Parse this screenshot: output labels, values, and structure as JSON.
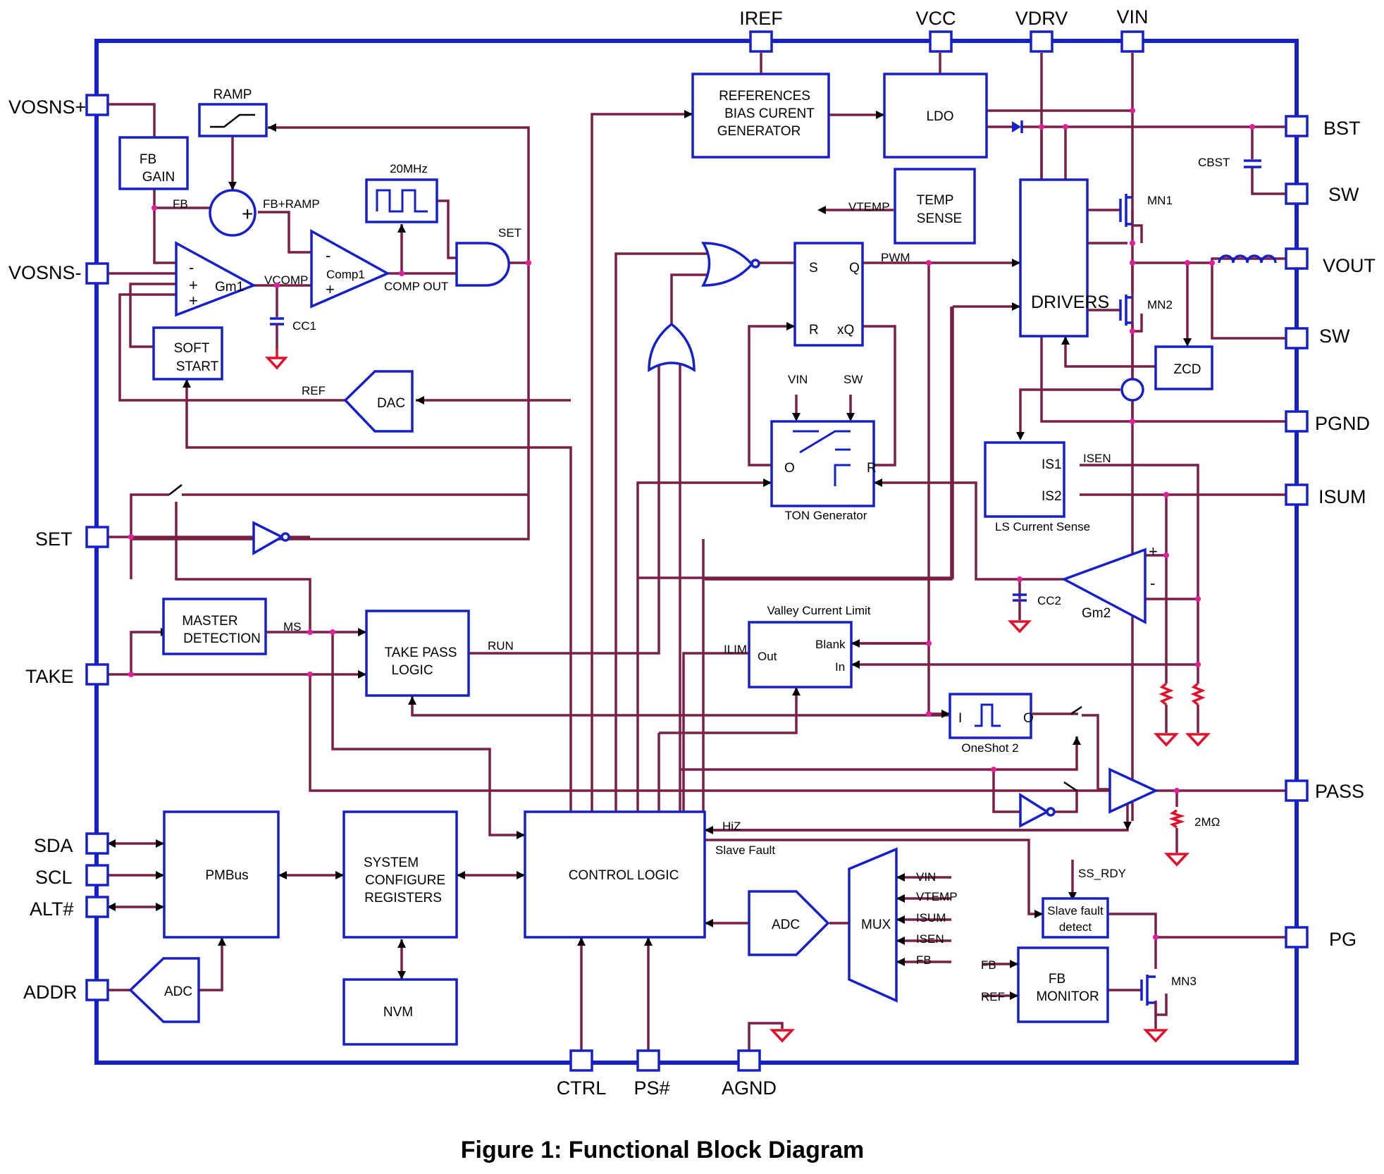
{
  "caption": "Figure 1: Functional Block Diagram",
  "pins": {
    "iref": "IREF",
    "vcc": "VCC",
    "vdrv": "VDRV",
    "vin": "VIN",
    "vosns_p": "VOSNS+",
    "vosns_n": "VOSNS-",
    "set": "SET",
    "take": "TAKE",
    "sda": "SDA",
    "scl": "SCL",
    "alt": "ALT#",
    "addr": "ADDR",
    "bst": "BST",
    "sw1": "SW",
    "vout": "VOUT",
    "sw2": "SW",
    "pgnd": "PGND",
    "isum": "ISUM",
    "pass": "PASS",
    "pg": "PG",
    "ctrl": "CTRL",
    "ps": "PS#",
    "agnd": "AGND"
  },
  "blocks": {
    "ramp": "RAMP",
    "fb_gain": [
      "FB",
      "GAIN"
    ],
    "osc": "20MHz",
    "refs": [
      "REFERENCES",
      "BIAS CURENT",
      "GENERATOR"
    ],
    "ldo": "LDO",
    "temp": [
      "TEMP",
      "SENSE"
    ],
    "drivers": "DRIVERS",
    "zcd": "ZCD",
    "soft_start": [
      "SOFT",
      "START"
    ],
    "dac": "DAC",
    "ton": "TON Generator",
    "ls_sense": "LS Current Sense",
    "master": [
      "MASTER",
      "DETECTION"
    ],
    "take_pass": [
      "TAKE PASS",
      "LOGIC"
    ],
    "valley": "Valley Current Limit",
    "oneshot": "OneShot 2",
    "pmbus": "PMBus",
    "syscfg": [
      "SYSTEM",
      "CONFIGURE",
      "REGISTERS"
    ],
    "control": "CONTROL LOGIC",
    "nvm": "NVM",
    "adc_main": "ADC",
    "mux": "MUX",
    "adc_addr": "ADC",
    "slave_fault": [
      "Slave fault",
      "detect"
    ],
    "fb_monitor": [
      "FB",
      "MONITOR"
    ]
  },
  "labels": {
    "fb": "FB",
    "fb_ramp": "FB+RAMP",
    "gm1": "Gm1",
    "vcomp": "VCOMP",
    "comp1": "Comp1",
    "comp_out": "COMP OUT",
    "set_sig": "SET",
    "cc1": "CC1",
    "ref": "REF",
    "vtemp": "VTEMP",
    "pwm": "PWM",
    "s": "S",
    "q": "Q",
    "r": "R",
    "xq": "xQ",
    "vin_ton": "VIN",
    "sw_ton": "SW",
    "o": "O",
    "r_ton": "R",
    "mn1": "MN1",
    "mn2": "MN2",
    "mn3": "MN3",
    "cbst": "CBST",
    "is1": "IS1",
    "is2": "IS2",
    "isen": "ISEN",
    "cc2": "CC2",
    "gm2": "Gm2",
    "plus": "+",
    "minus": "-",
    "ms": "MS",
    "run": "RUN",
    "ilim": "ILIM",
    "out": "Out",
    "blank": "Blank",
    "in": "In",
    "i": "I",
    "o_os": "O",
    "hiz": "HiZ",
    "slave_fault_sig": "Slave Fault",
    "ss_rdy": "SS_RDY",
    "res": "2MΩ",
    "mux_vin": "VIN",
    "mux_vtemp": "VTEMP",
    "mux_isum": "ISUM",
    "mux_isen": "ISEN",
    "mux_fb": "FB",
    "fbm_fb": "FB",
    "fbm_ref": "REF"
  }
}
